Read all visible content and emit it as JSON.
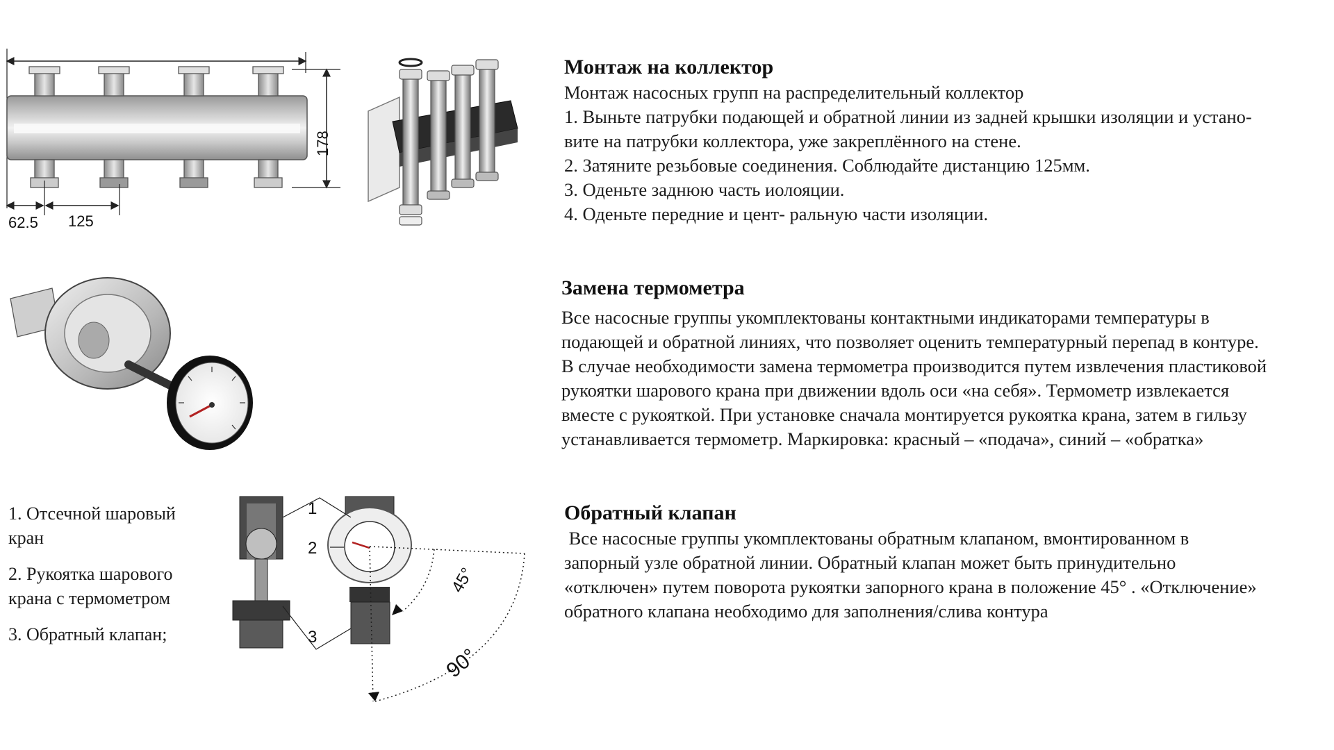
{
  "sections": {
    "montage": {
      "title": "Монтаж на коллектор",
      "lines": [
        "Монтаж насосных групп на распределительный коллектор",
        "1. Выньте патрубки подающей и обратной линии из задней крышки изоляции и устано-",
        "вите на патрубки коллектора, уже закреплённого на стене.",
        "2. Затяните резьбовые соединения. Соблюдайте дистанцию 125мм.",
        "3. Оденьте заднюю часть иолояции.",
        "4. Оденьте передние и цент- ральную части изоляции."
      ]
    },
    "thermometer": {
      "title": "Замена термометра",
      "lines": [
        "Все насосные группы укомплектованы контактными индикаторами температуры в",
        "подающей и обратной линиях, что позволяет оценить температурный перепад в контуре.",
        "В случае необходимости замена термометра производится путем извлечения пластиковой",
        "рукоятки шарового крана при движении вдоль оси «на себя». Термометр извлекается",
        "вместе с рукояткой. При установке сначала монтируется рукоятка крана, затем в гильзу",
        "устанавливается термометр. Маркировка: красный – «подача», синий – «обратка»"
      ]
    },
    "check_valve": {
      "title": "Обратный клапан",
      "lines": [
        " Все насосные группы укомплектованы обратным клапаном, вмонтированном в",
        "запорный узле обратной линии. Обратный клапан может быть принудительно",
        "«отключен» путем поворота рукоятки запорного крана в положение 45° . «Отключение»",
        "обратного клапана необходимо для заполнения/слива контура"
      ]
    }
  },
  "legend": {
    "item1": [
      "1. Отсечной шаровый",
      "кран"
    ],
    "item2": [
      "2. Рукоятка шарового",
      "крана с термометром"
    ],
    "item3": "3. Обратный клапан;"
  },
  "diagram": {
    "dim_height": "178",
    "dim_offset": "62.5",
    "dim_spacing": "125",
    "callouts": [
      "1",
      "2",
      "3"
    ],
    "angle_45": "45°",
    "angle_90": "90°"
  },
  "colors": {
    "text": "#1d1d1d",
    "drawing_line": "#222222",
    "metal": "#bdbdbd"
  }
}
